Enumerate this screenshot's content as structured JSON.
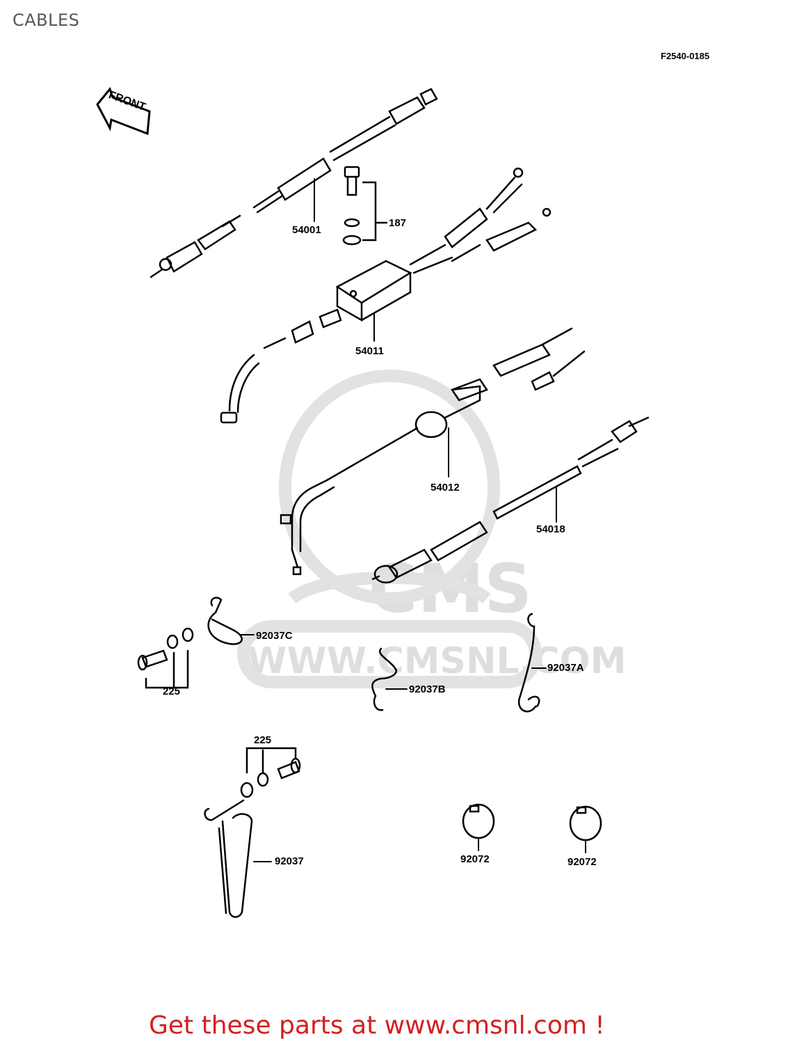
{
  "header": {
    "title": "CABLES",
    "figure_code": "F2540-0185"
  },
  "diagram": {
    "direction_arrow": "FRONT",
    "watermark": {
      "logo": "CMS",
      "url": "WWW.CMSNL.COM"
    },
    "callouts": [
      {
        "id": "54001",
        "label": "54001"
      },
      {
        "id": "187",
        "label": "187"
      },
      {
        "id": "54011",
        "label": "54011"
      },
      {
        "id": "54012",
        "label": "54012"
      },
      {
        "id": "54018",
        "label": "54018"
      },
      {
        "id": "92037C",
        "label": "92037C"
      },
      {
        "id": "225a",
        "label": "225"
      },
      {
        "id": "92037A",
        "label": "92037A"
      },
      {
        "id": "92037B",
        "label": "92037B"
      },
      {
        "id": "225b",
        "label": "225"
      },
      {
        "id": "92037",
        "label": "92037"
      },
      {
        "id": "92072a",
        "label": "92072"
      },
      {
        "id": "92072b",
        "label": "92072"
      }
    ]
  },
  "footer": {
    "link_text": "Get these parts at www.cmsnl.com !"
  }
}
